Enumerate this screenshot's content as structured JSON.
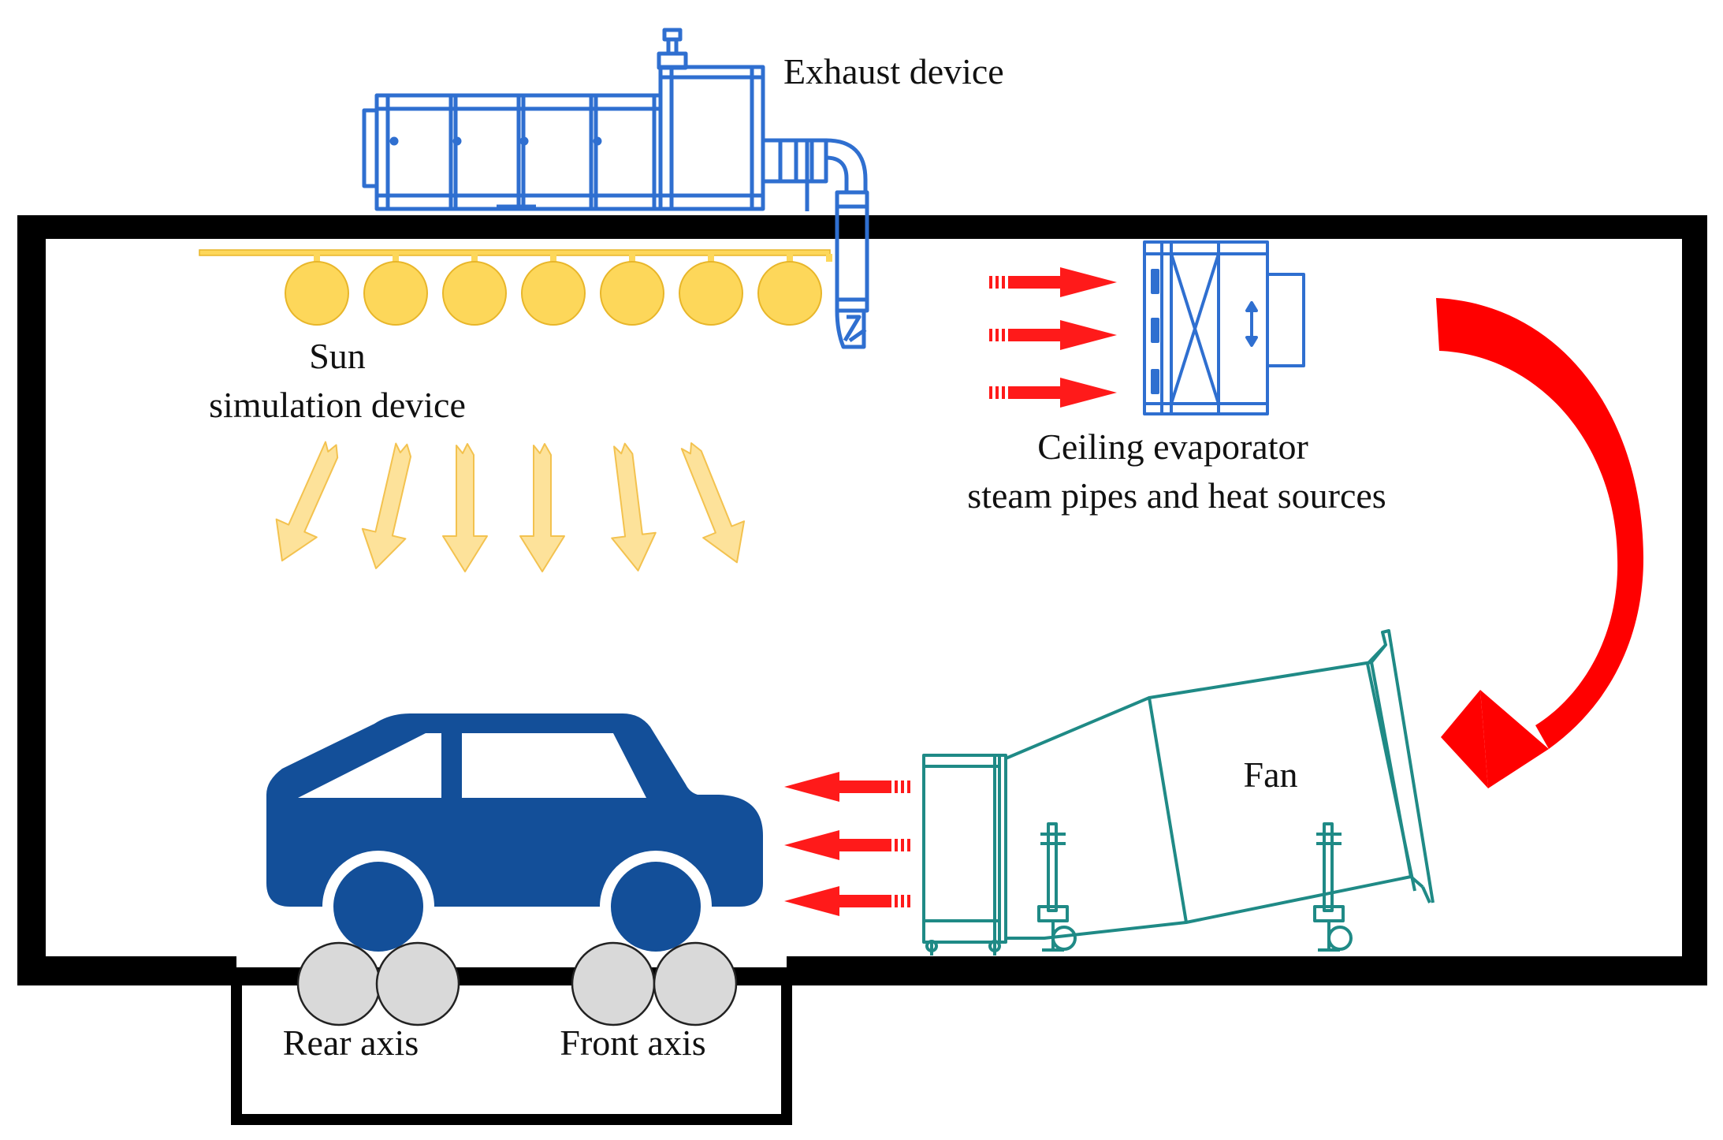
{
  "labels": {
    "exhaust": "Exhaust device",
    "sun_line1": "Sun",
    "sun_line2": "simulation device",
    "evap_line1": "Ceiling evaporator",
    "evap_line2": "steam pipes and heat sources",
    "fan": "Fan",
    "rear_axis": "Rear axis",
    "front_axis": "Front axis"
  },
  "colors": {
    "wall": "#000000",
    "exhaust": "#2f6fd0",
    "sun_lamp": "#fdd75a",
    "sun_lamp_edge": "#e8b62a",
    "sun_ray": "#fde29a",
    "sun_ray_edge": "#f3c24f",
    "airflow": "#ff1a1a",
    "car": "#134f99",
    "fan": "#1f8a86",
    "roller": "#d9d9d9"
  },
  "icons": {
    "exhaust": "exhaust-unit-icon",
    "lamp": "sun-lamp-icon",
    "evaporator": "evaporator-unit-icon",
    "fan": "fan-duct-icon",
    "car": "car-icon",
    "roller": "roller-icon",
    "arrow": "airflow-arrow-icon"
  }
}
